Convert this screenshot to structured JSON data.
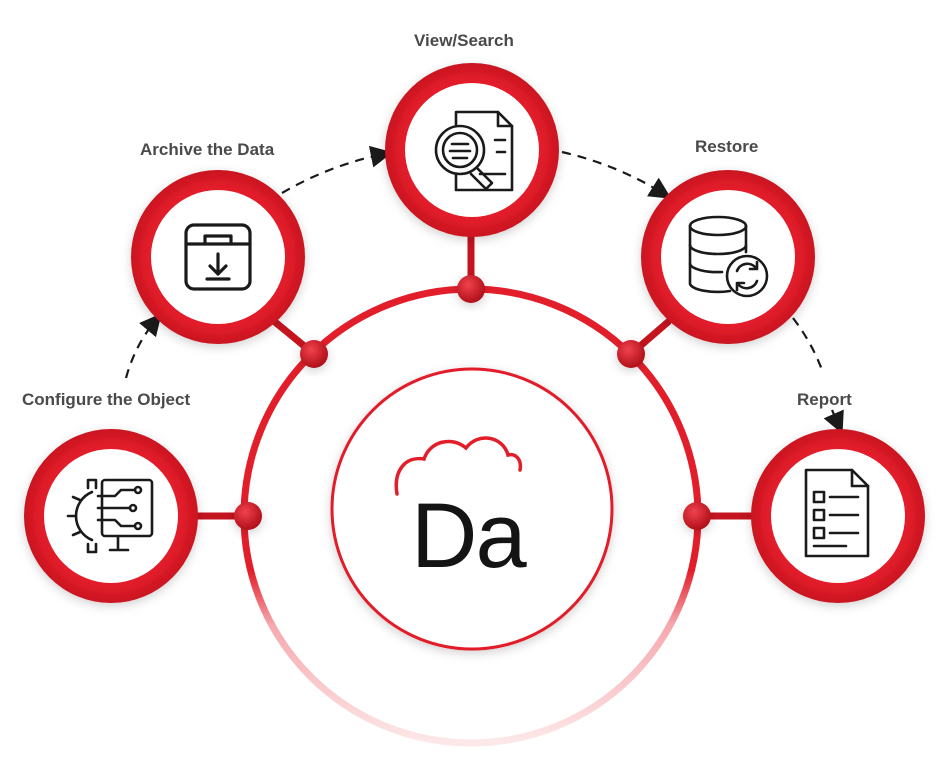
{
  "steps": [
    {
      "label": "Configure the Object",
      "icon": "gear-circuit-monitor-icon"
    },
    {
      "label": "Archive the Data",
      "icon": "archive-box-icon"
    },
    {
      "label": "View/Search",
      "icon": "document-search-icon"
    },
    {
      "label": "Restore",
      "icon": "database-restore-icon"
    },
    {
      "label": "Report",
      "icon": "report-list-icon"
    }
  ],
  "center": {
    "logo_text": "Da",
    "icon": "cloud-logo-icon"
  },
  "colors": {
    "accent": "#e31e2b",
    "accent_dark": "#b5121c",
    "ring_fade": "#f7c6c9",
    "text": "#4a4a4a"
  }
}
